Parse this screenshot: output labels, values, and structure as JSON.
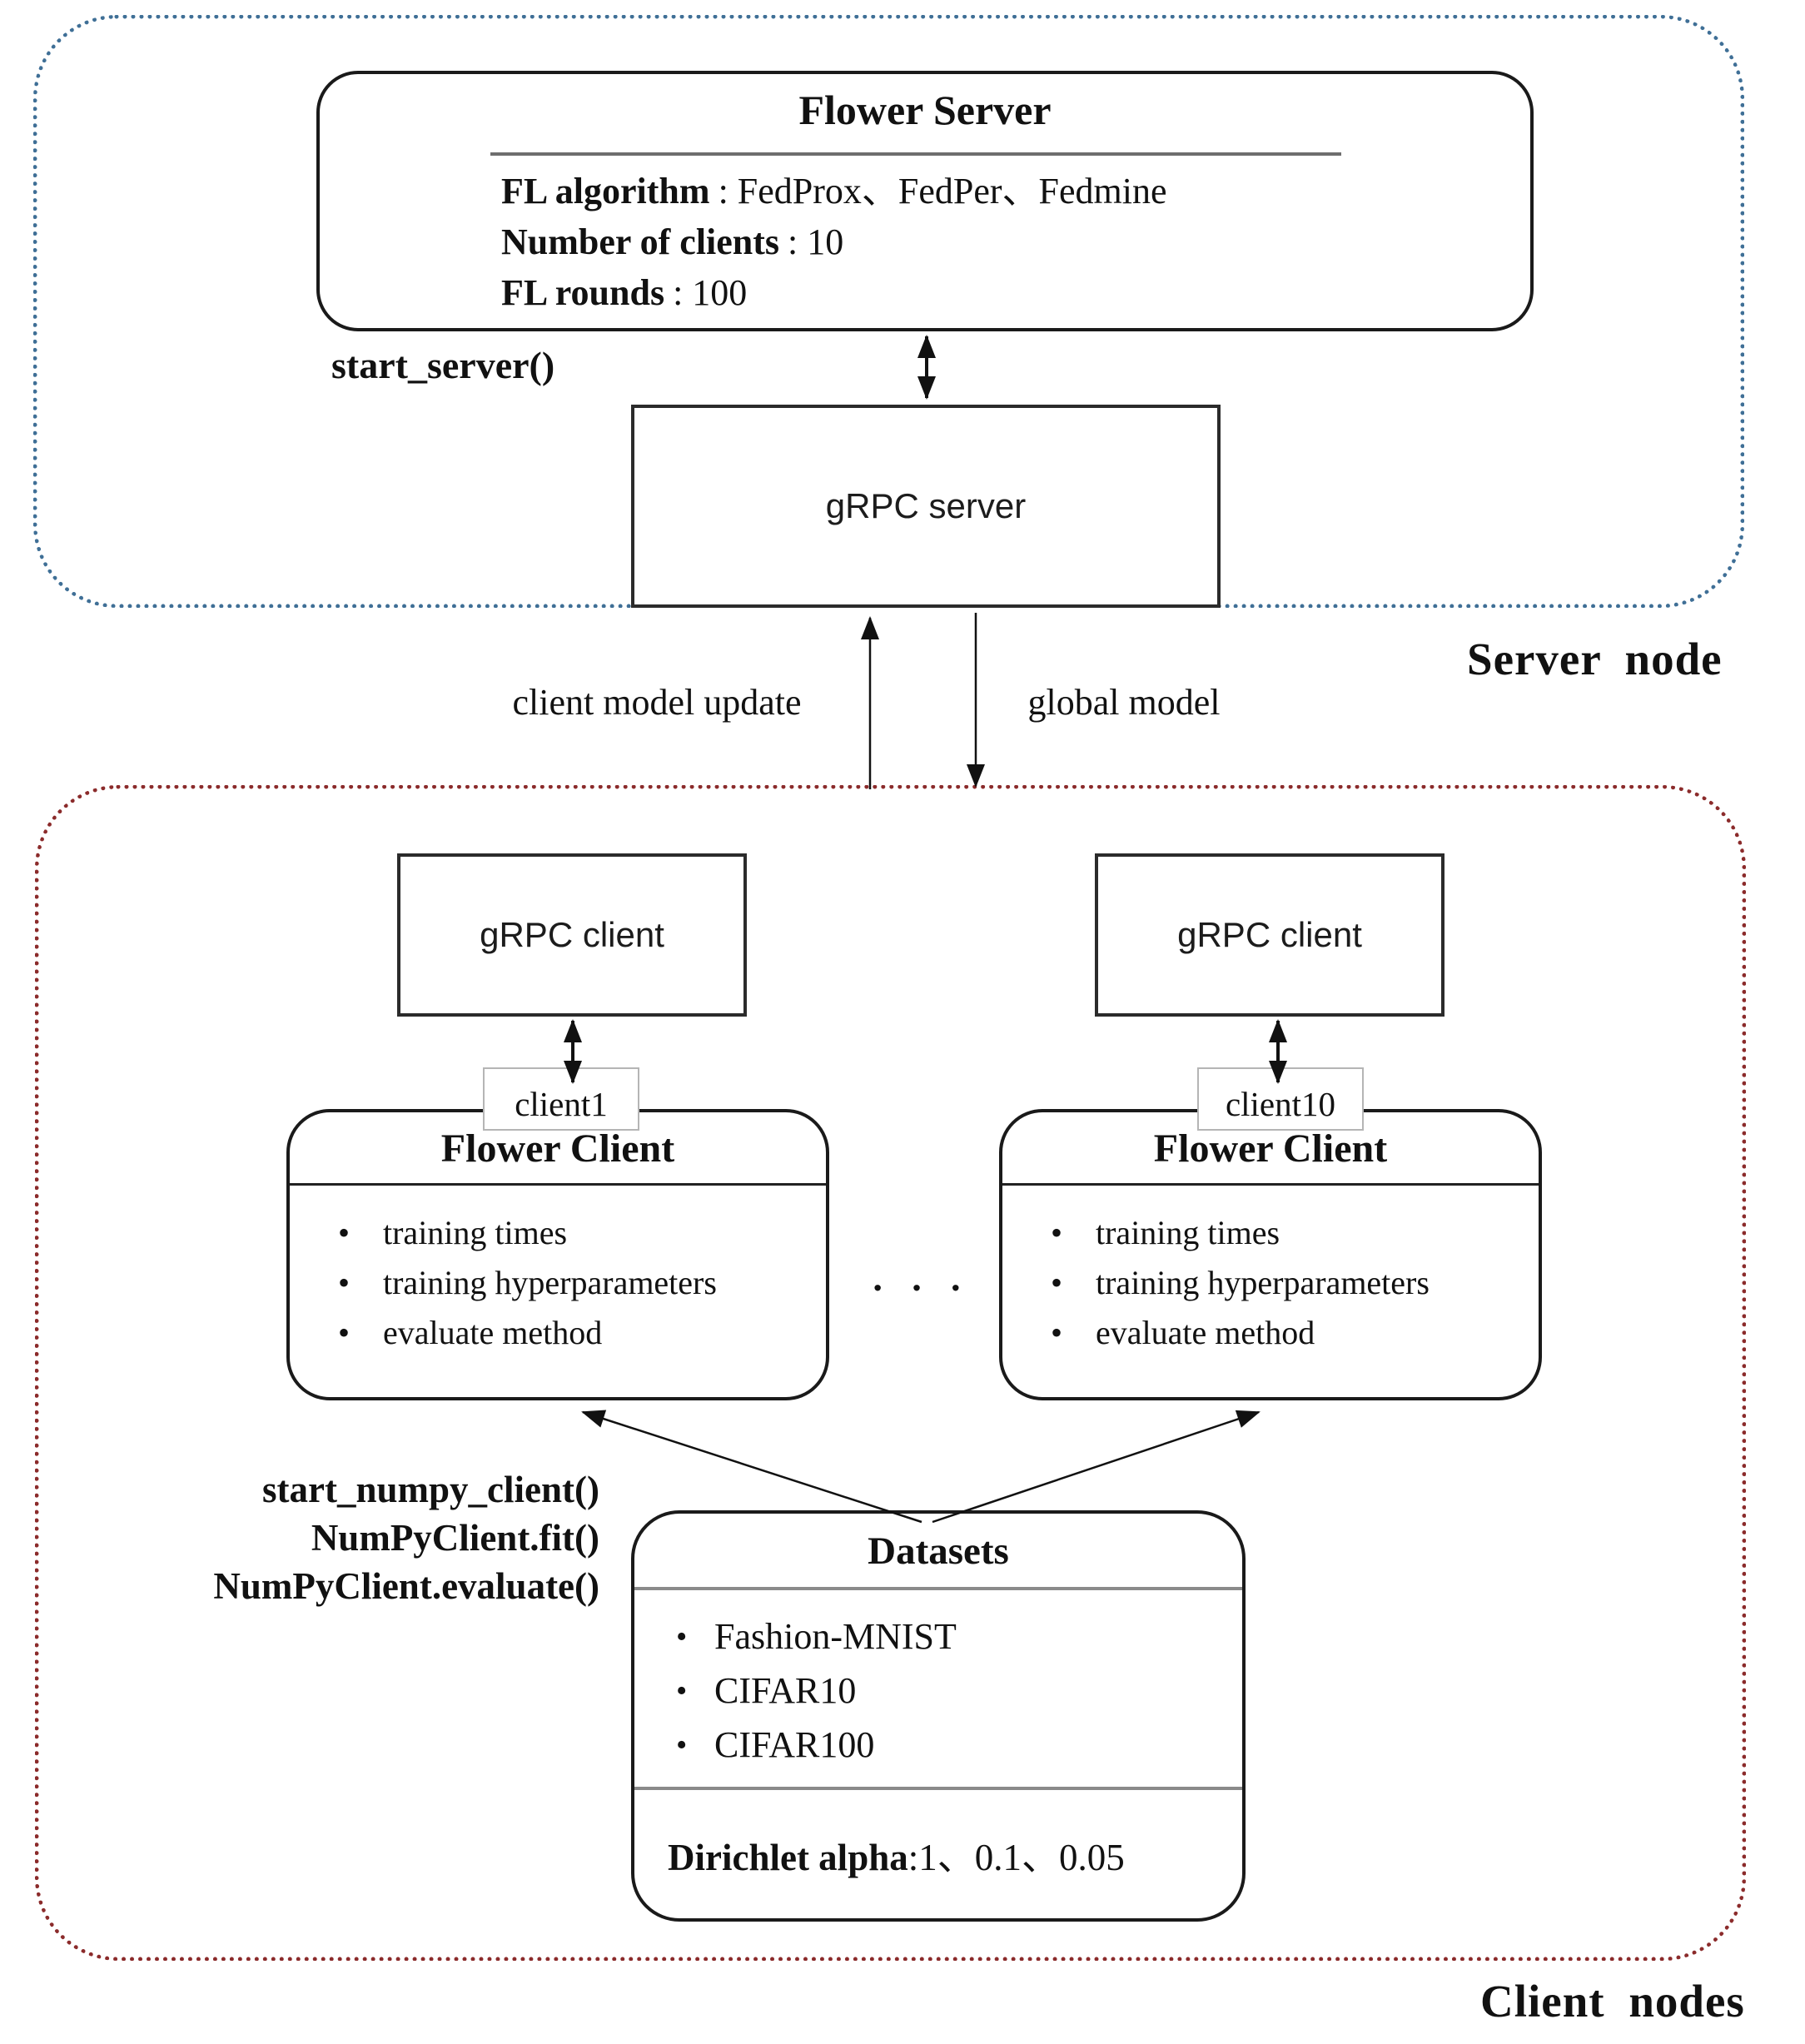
{
  "server_region": {
    "label": "Server node",
    "flower_server": {
      "title": "Flower Server",
      "rows": [
        {
          "label": "FL algorithm",
          "value": ": FedProx、FedPer、Fedmine"
        },
        {
          "label": "Number of clients",
          "value": ": 10"
        },
        {
          "label": "FL rounds",
          "value": ": 100"
        }
      ]
    },
    "start_server_label": "start_server()",
    "grpc_server_label": "gRPC server"
  },
  "links": {
    "client_model_update": "client model update",
    "global_model": "global model"
  },
  "client_region": {
    "label": "Client nodes",
    "ellipsis": "· · ·",
    "api_labels": [
      "start_numpy_client()",
      "NumPyClient.fit()",
      "NumPyClient.evaluate()"
    ],
    "clients": [
      {
        "grpc_label": "gRPC client",
        "tag": "client1",
        "title": "Flower Client",
        "bullets": [
          "training times",
          "training hyperparameters",
          "evaluate method"
        ]
      },
      {
        "grpc_label": "gRPC client",
        "tag": "client10",
        "title": "Flower Client",
        "bullets": [
          "training times",
          "training hyperparameters",
          "evaluate method"
        ]
      }
    ],
    "datasets": {
      "title": "Datasets",
      "bullets": [
        "Fashion-MNIST",
        "CIFAR10",
        "CIFAR100"
      ],
      "alpha_label": "Dirichlet alpha",
      "alpha_value": ":1、0.1、0.05"
    }
  },
  "colors": {
    "server_region_border": "#3f6f96",
    "client_region_border": "#8b2b2b",
    "box_border": "#1a1a1a",
    "background": "#ffffff"
  }
}
